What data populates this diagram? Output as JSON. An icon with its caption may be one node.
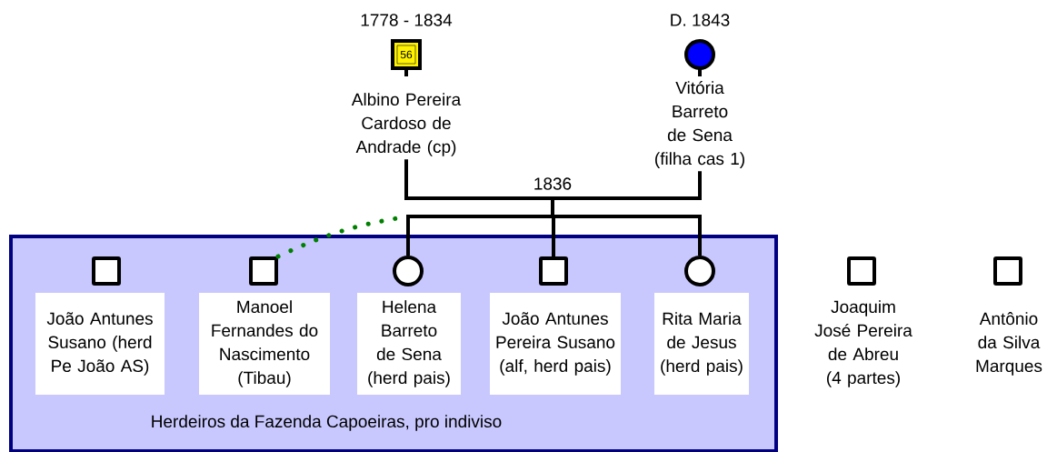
{
  "diagram": {
    "nodes": [
      {
        "text": [
          "Herdeiros da Fazenda Capoeiras, pro indiviso"
        ]
      },
      {
        "text": [
          "56"
        ],
        "beside": [
          "1778 - 1834",
          "Albino Pereira Cardoso de Andrade (cp)"
        ]
      },
      {
        "text": [],
        "shape": "circle",
        "beside": [
          "D. 1843",
          "Vitória Barreto de Sena (filha cas 1)"
        ]
      },
      {
        "text": [],
        "shape": "box",
        "in": 0,
        "beside": [
          "João Antunes Susano (herd Pe João AS)"
        ]
      },
      {
        "text": [],
        "shape": "box",
        "in": 0,
        "beside": [
          "Manoel Fernandes do Nascimento (Tibau)"
        ]
      },
      {
        "text": [],
        "shape": "circle",
        "in": 0,
        "beside": [
          "Helena Barreto de Sena (herd pais)"
        ]
      },
      {
        "text": [],
        "shape": "box",
        "in": 0,
        "beside": [
          "João Antunes Pereira Susano (alf, herd pais)"
        ]
      },
      {
        "text": [],
        "shape": "circle",
        "in": 0,
        "beside": [
          "Rita Maria de Jesus (herd pais)"
        ]
      },
      {
        "text": [],
        "shape": "box",
        "beside": [
          "Joaquim José Pereira de Abreu (4 partes)"
        ]
      },
      {
        "text": [],
        "shape": "box",
        "beside": [
          "Antônio da Silva Marques"
        ]
      }
    ],
    "edges": [
      {
        "from": 1,
        "to": 2,
        "arrow": "none",
        "label": "1836"
      },
      {
        "from": 1,
        "to": 5,
        "arrow": "none"
      },
      {
        "from": 1,
        "to": 6,
        "arrow": "none"
      },
      {
        "from": 1,
        "to": 7,
        "arrow": "none"
      },
      {
        "from": 2,
        "to": 5,
        "arrow": "none"
      },
      {
        "from": 2,
        "to": 6,
        "arrow": "none"
      },
      {
        "from": 2,
        "to": 7,
        "arrow": "none"
      },
      {
        "from": 4,
        "to": null,
        "arrow": "none",
        "style": "dashed",
        "color": "#008000"
      }
    ]
  }
}
